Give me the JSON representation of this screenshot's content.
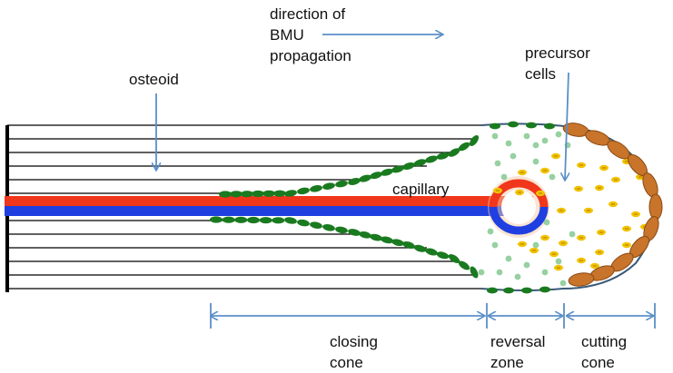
{
  "labels": {
    "direction_line1": "direction of",
    "direction_line2": "BMU",
    "direction_line3": "propagation",
    "osteoid": "osteoid",
    "precursor_line1": "precursor",
    "precursor_line2": "cells",
    "capillary": "capillary",
    "closing_line1": "closing",
    "closing_line2": "cone",
    "reversal_line1": "reversal",
    "reversal_line2": "zone",
    "cutting_line1": "cutting",
    "cutting_line2": "cone"
  },
  "colors": {
    "arrow_blue": "#5b8fc7",
    "capillary_red": "#f0361b",
    "capillary_blue": "#1f3fe0",
    "osteoblast_green": "#1a7a1f",
    "osteoclast_orange": "#c8742a",
    "yellow_cell": "#f2c200",
    "light_green": "#7dc48a",
    "boundary": "#3a5a78"
  }
}
